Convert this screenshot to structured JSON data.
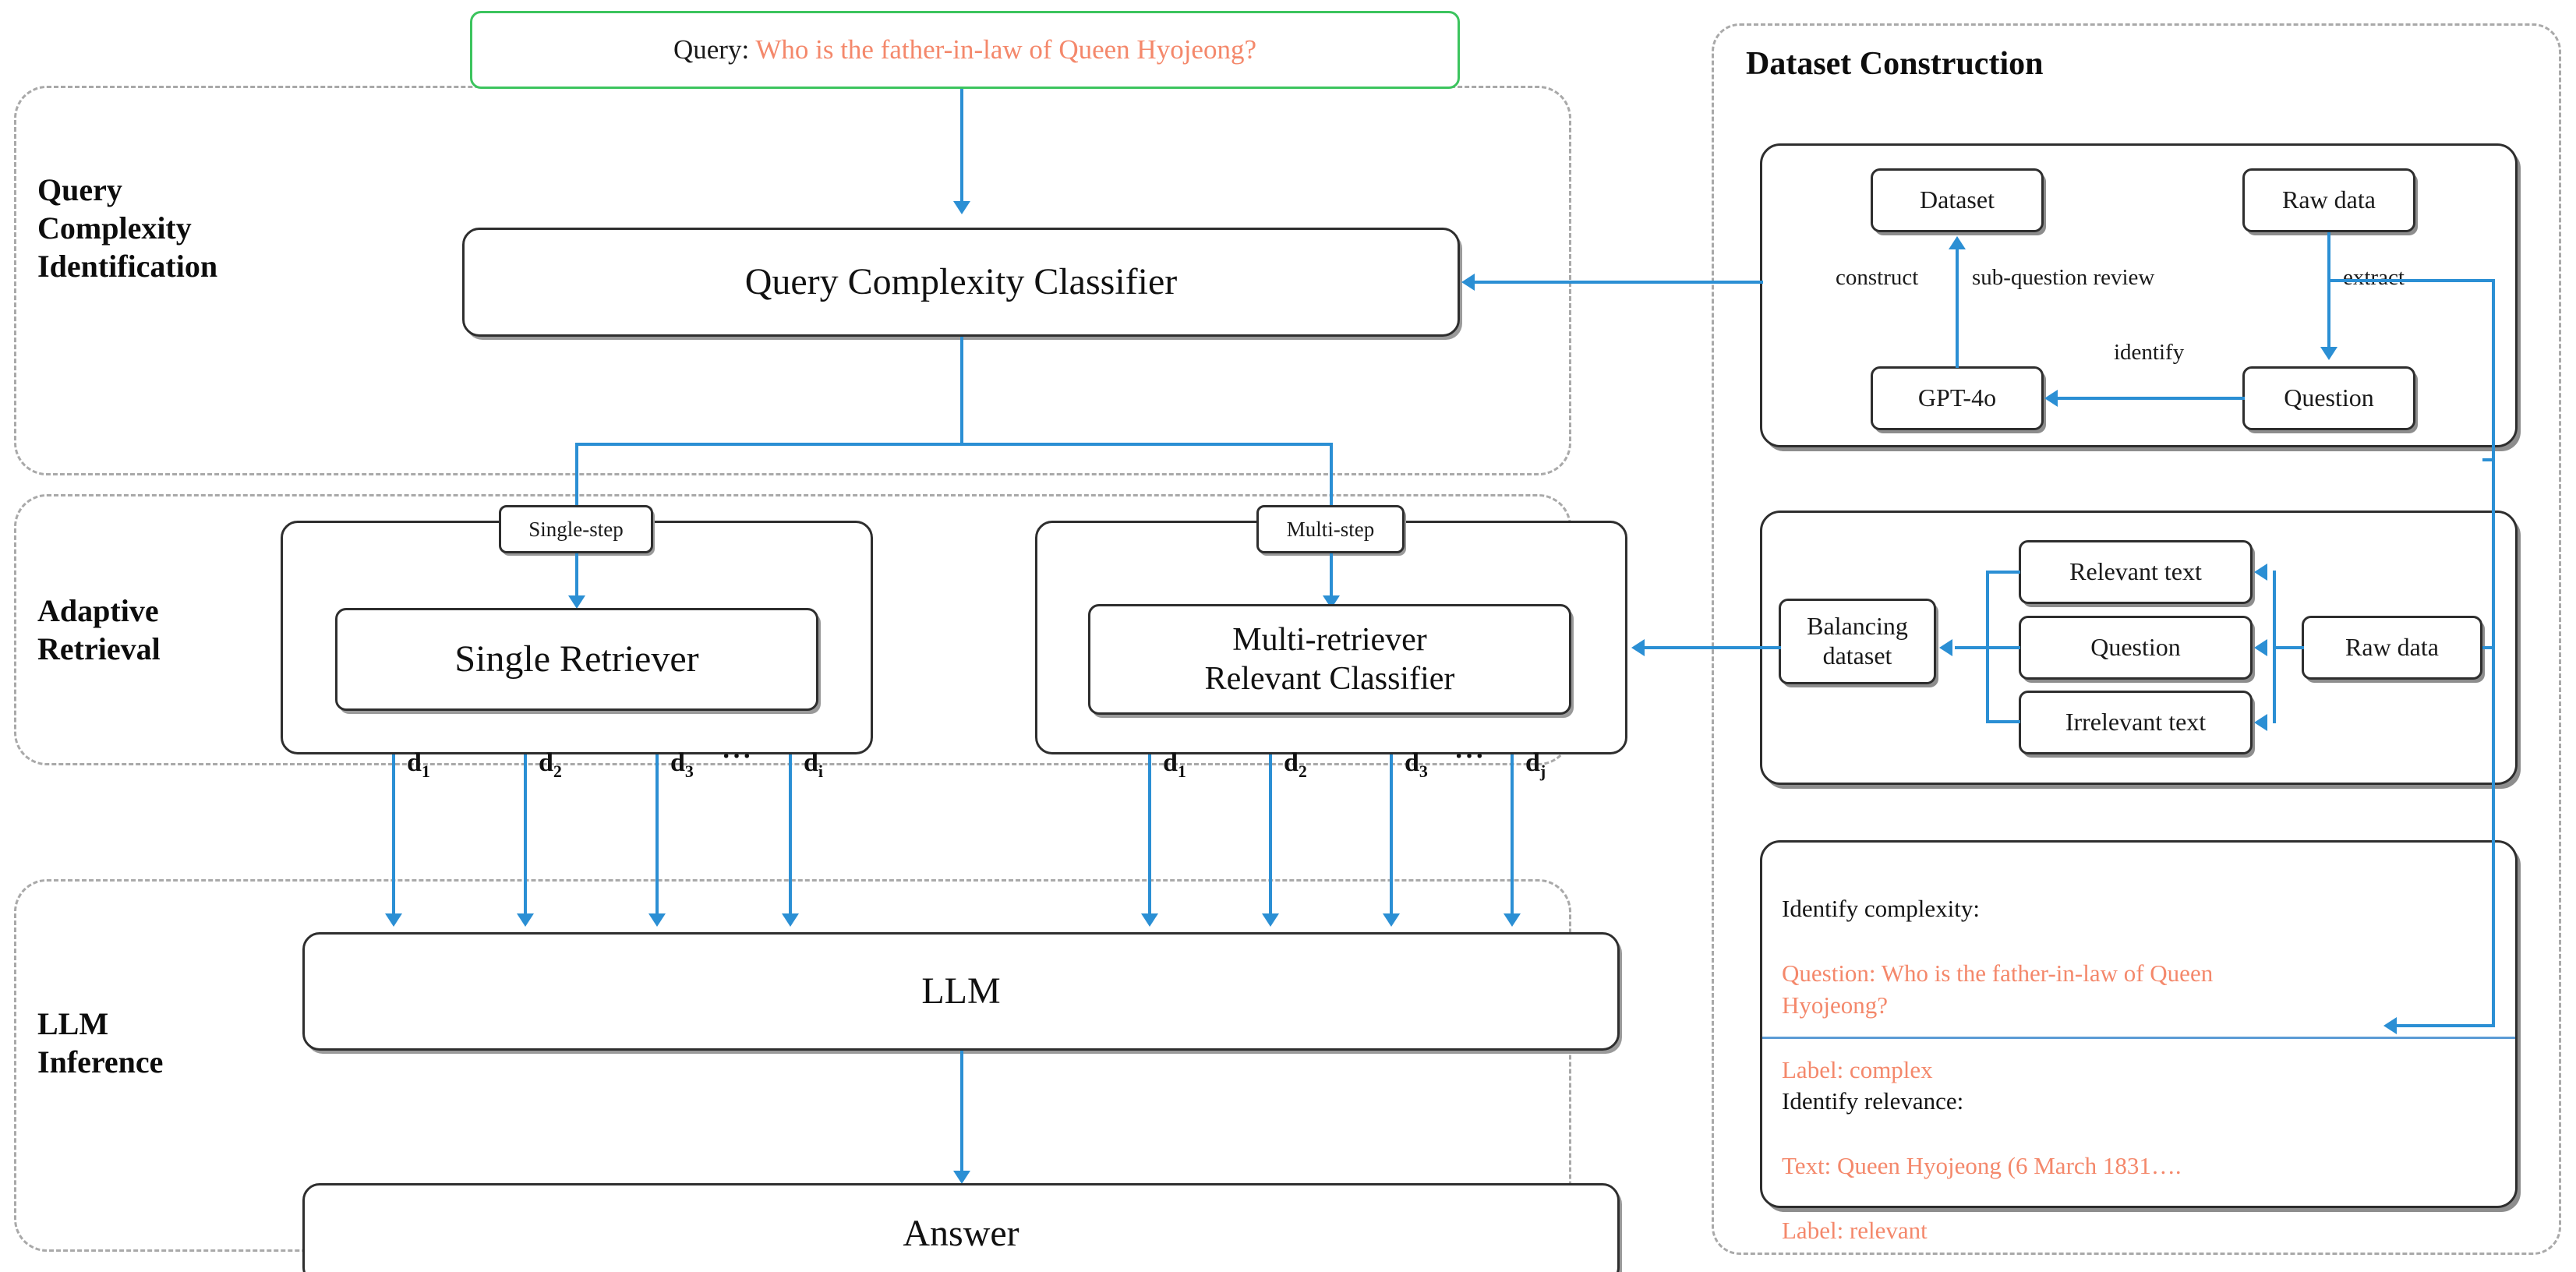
{
  "query": {
    "label": "Query:",
    "text": "Who is the father-in-law of Queen Hyojeong?",
    "border_color": "#3cc45e",
    "text_color": "#f4886b"
  },
  "sections": [
    {
      "id": "query-complexity-identification",
      "title": "Query\nComplexity\nIdentification"
    },
    {
      "id": "adaptive-retrieval",
      "title": "Adaptive\nRetrieval"
    },
    {
      "id": "llm-inference",
      "title": "LLM\nInference"
    }
  ],
  "pipeline": {
    "classifier": "Query Complexity Classifier",
    "branches": [
      {
        "pill": "Single-step",
        "box": "Single Retriever",
        "docs": [
          "d",
          "d",
          "d",
          "d"
        ],
        "doc_subs": [
          "1",
          "2",
          "3",
          "i"
        ],
        "ellipsis": "···"
      },
      {
        "pill": "Multi-step",
        "box_line1": "Multi-retriever",
        "box_line2": "Relevant Classifier",
        "docs": [
          "d",
          "d",
          "d",
          "d"
        ],
        "doc_subs": [
          "1",
          "2",
          "3",
          "j"
        ],
        "ellipsis": "···"
      }
    ],
    "llm": "LLM",
    "answer": "Answer"
  },
  "dataset_construction": {
    "title": "Dataset Construction",
    "panel1": {
      "nodes": {
        "dataset": "Dataset",
        "raw_data": "Raw data",
        "gpt": "GPT-4o",
        "question": "Question"
      },
      "edges": {
        "construct": "construct",
        "sub_question_review": "sub-question review",
        "extract": "extract",
        "identify": "identify"
      }
    },
    "panel2": {
      "nodes": {
        "balancing_dataset": "Balancing\ndataset",
        "relevant_text": "Relevant text",
        "question": "Question",
        "irrelevant_text": "Irrelevant text",
        "raw_data": "Raw data"
      }
    },
    "panel3": {
      "complexity": {
        "header": "Identify complexity:",
        "question": "Question: Who is the father-in-law of Queen\nHyojeong?",
        "label": "Label: complex"
      },
      "relevance": {
        "header": "Identify relevance:",
        "text": "Text: Queen Hyojeong (6 March 1831….",
        "label": "Label: relevant"
      }
    }
  },
  "colors": {
    "arrow_blue": "#2b8fd4",
    "divider_blue": "#5b9bd5",
    "dashed_gray": "#a9a9a9",
    "accent_orange": "#f4886b",
    "accent_green": "#3cc45e"
  }
}
